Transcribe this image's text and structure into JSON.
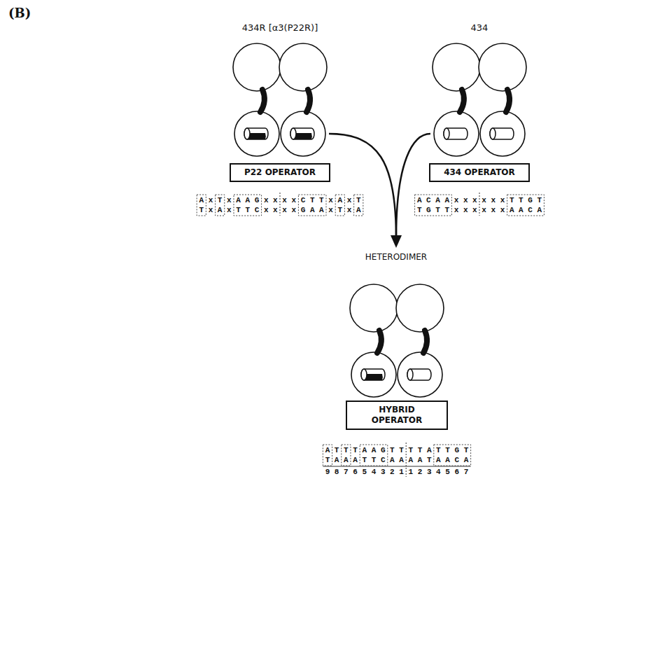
{
  "diagram": {
    "nodes": [
      {
        "text": [
          "P22 OPERATOR"
        ]
      },
      {
        "text": [
          "434 OPERATOR"
        ]
      },
      {
        "text": [
          "HYBRID OPERATOR"
        ]
      }
    ],
    "labels": [
      "(B)",
      "434R [α3(P22R)]",
      "434",
      "A x T x A A G x x x x C T T x A x T",
      "T x A x T T C x x x x G A A x T x A",
      "A C A A x x x x x x T T G T",
      "T G T T x x x x x x A A C A",
      "HETERODIMER",
      "A T T T A A G T T T T A T T G T",
      "T A A A T T C A A A A T A A C A",
      "9 8 7 6 5 4 3 2 1 1 2 3 4 5 6 7"
    ]
  }
}
